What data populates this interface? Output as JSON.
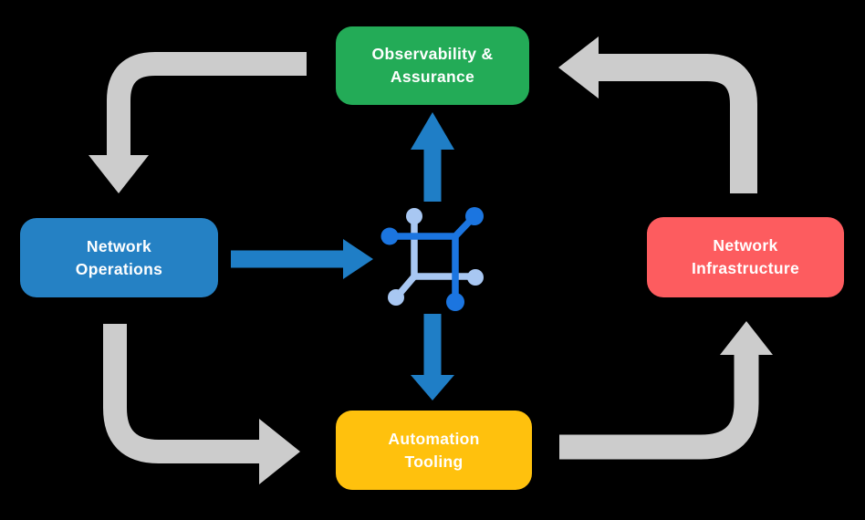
{
  "diagram": {
    "description": "Closed-loop network automation cycle diagram",
    "nodes": {
      "observability": {
        "line1": "Observability &",
        "line2": "Assurance",
        "color": "#23AB57"
      },
      "operations": {
        "line1": "Network",
        "line2": "Operations",
        "color": "#2581C4"
      },
      "infrastructure": {
        "line1": "Network",
        "line2": "Infrastructure",
        "color": "#FD5C5F"
      },
      "automation": {
        "line1": "Automation",
        "line2": "Tooling",
        "color": "#FFC10D"
      }
    },
    "center_icon": {
      "name": "network-mesh-icon",
      "color_dark": "#1B75E0",
      "color_light": "#A8C7F2"
    },
    "connections": [
      {
        "from": "Observability & Assurance",
        "to": "Network Operations",
        "style": "gray-elbow"
      },
      {
        "from": "Network Operations",
        "to": "center-icon",
        "style": "blue-straight"
      },
      {
        "from": "center-icon",
        "to": "Observability & Assurance",
        "style": "blue-straight"
      },
      {
        "from": "center-icon",
        "to": "Automation Tooling",
        "style": "blue-straight"
      },
      {
        "from": "Network Operations",
        "to": "Automation Tooling",
        "style": "gray-elbow"
      },
      {
        "from": "Automation Tooling",
        "to": "Network Infrastructure",
        "style": "gray-elbow"
      },
      {
        "from": "Network Infrastructure",
        "to": "Observability & Assurance",
        "style": "gray-elbow"
      }
    ],
    "colors": {
      "background": "#000000",
      "arrow_gray": "#CCCCCC",
      "arrow_blue": "#1F7EC6",
      "text": "#FFFFFF"
    }
  }
}
